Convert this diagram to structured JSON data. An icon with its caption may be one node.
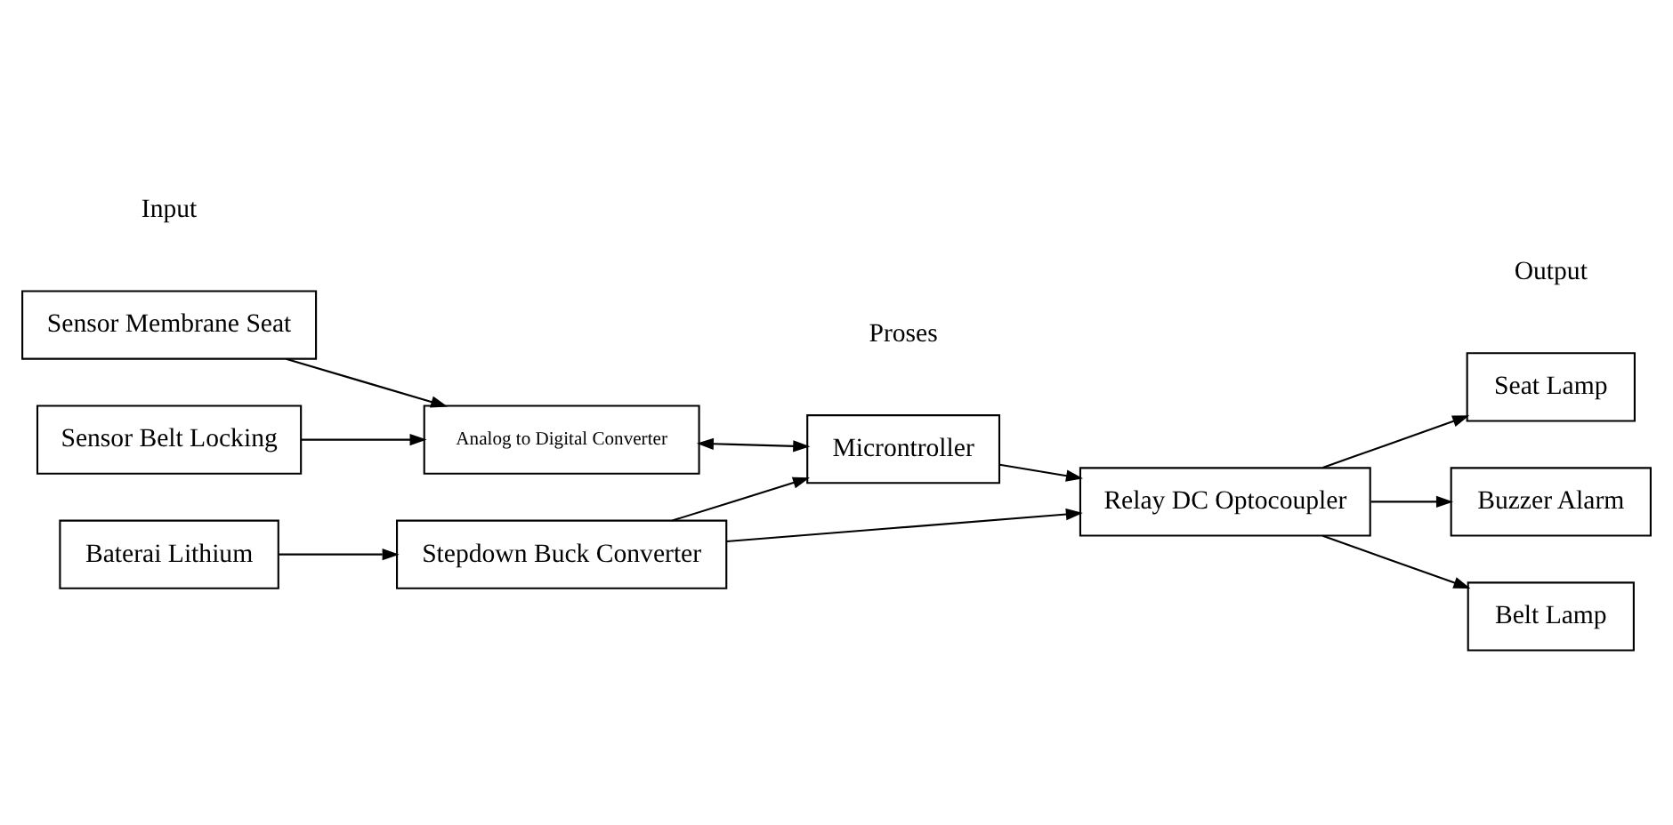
{
  "diagram": {
    "nodes": [
      {
        "text": [
          "Sensor Membrane Seat"
        ]
      },
      {
        "text": [
          "Analog to Digital Converter"
        ]
      },
      {
        "text": [
          "Sensor Belt Locking"
        ]
      },
      {
        "text": [
          "Baterai Lithium"
        ]
      },
      {
        "text": [
          "Stepdown Buck Converter"
        ]
      },
      {
        "text": [
          "Microntroller"
        ]
      },
      {
        "text": [
          "Relay DC Optocoupler"
        ]
      },
      {
        "text": [
          "Seat Lamp"
        ]
      },
      {
        "text": [
          "Buzzer Alarm"
        ]
      },
      {
        "text": [
          "Belt Lamp"
        ]
      }
    ],
    "edges": [
      {
        "from": 0,
        "to": 1,
        "arrow": "to"
      },
      {
        "from": 2,
        "to": 1,
        "arrow": "to"
      },
      {
        "from": 1,
        "to": 5,
        "arrow": "both"
      },
      {
        "from": 3,
        "to": 4,
        "arrow": "to"
      },
      {
        "from": 4,
        "to": 5,
        "arrow": "to"
      },
      {
        "from": 4,
        "to": 6,
        "arrow": "to"
      },
      {
        "from": 5,
        "to": 6,
        "arrow": "to"
      },
      {
        "from": 6,
        "to": 7,
        "arrow": "to"
      },
      {
        "from": 6,
        "to": 8,
        "arrow": "to"
      },
      {
        "from": 6,
        "to": 9,
        "arrow": "to"
      }
    ],
    "labels": [
      "Input",
      "Proses",
      "Output"
    ]
  }
}
